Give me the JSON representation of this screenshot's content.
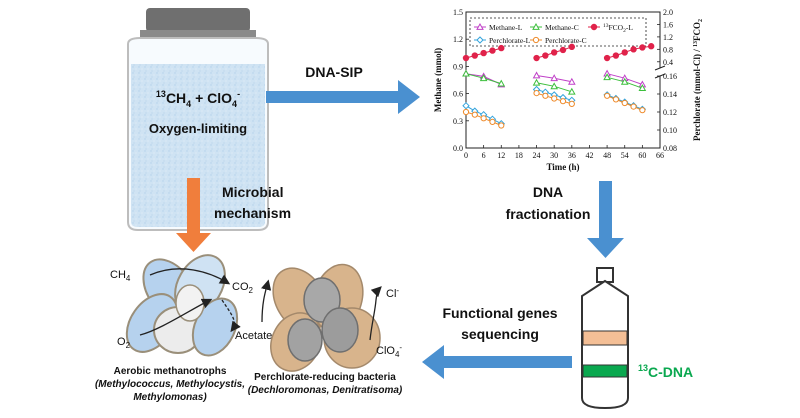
{
  "bottle": {
    "reagents_base": "CH",
    "reagents_sup_13": "13",
    "reagents_sub_4": "4",
    "reagents_plus_clo": " + ClO",
    "reagents_sub_4b": "4",
    "reagents_minus": "-",
    "condition": "Oxygen-limiting"
  },
  "arrows": {
    "dna_sip": "DNA-SIP",
    "microbial": "Microbial",
    "mechanism": "mechanism",
    "dna": "DNA",
    "fractionation": "fractionation",
    "functional_genes": "Functional genes",
    "sequencing": "sequencing"
  },
  "tube": {
    "label_sup": "13",
    "label": "C-DNA",
    "colors": {
      "band_upper": "#f4bf96",
      "band_lower": "#0aa84f",
      "label": "#0aa84f"
    }
  },
  "mechanism": {
    "ch4": "CH",
    "ch4_sub": "4",
    "co2": "CO",
    "co2_sub": "2",
    "o2": "O",
    "o2_sub": "2",
    "acetate": "Acetate",
    "cl": "Cl",
    "cl_sup": "-",
    "clo4": "ClO",
    "clo4_sub": "4",
    "clo4_sup": "-",
    "aerobic_title": "Aerobic methanotrophs",
    "aerobic_genera_1": "(Methylococcus, Methylocystis,",
    "aerobic_genera_2": "Methylomonas)",
    "perc_title": "Perchlorate-reducing bacteria",
    "perc_genera": "(Dechloromonas, Denitratisoma)"
  },
  "chart_data": {
    "type": "line",
    "xlabel": "Time (h)",
    "ylabel_left": "Methane (mmol)",
    "ylabel_right": "Perchlorate (mmol-Cl) / 13FCO2",
    "ylabel_right_parts": [
      "Perchlorate (mmol-Cl) / ",
      "13",
      "FCO",
      "2"
    ],
    "x_ticks": [
      0,
      6,
      12,
      18,
      24,
      30,
      36,
      42,
      48,
      54,
      60,
      66
    ],
    "y_left_ticks": [
      "0.0",
      "0.3",
      "0.6",
      "0.9",
      "1.2",
      "1.5"
    ],
    "y_right_upper_ticks": [
      "0.4",
      "0.8",
      "1.2",
      "1.6",
      "2.0"
    ],
    "y_right_lower_ticks": [
      "0.08",
      "0.10",
      "0.12",
      "0.14",
      "0.16"
    ],
    "xlim": [
      0,
      66
    ],
    "ylim_left": [
      0,
      1.5
    ],
    "ylim_right_upper": [
      0.2,
      2.0
    ],
    "ylim_right_lower": [
      0.08,
      0.16
    ],
    "legend_placement": "top",
    "series": [
      {
        "name": "Methane-L",
        "axis": "left",
        "color": "#c040c8",
        "marker": "triangle-open",
        "segments": [
          [
            [
              0,
              0.82
            ],
            [
              6,
              0.79
            ],
            [
              12,
              0.7
            ]
          ],
          [
            [
              24,
              0.8
            ],
            [
              30,
              0.77
            ],
            [
              36,
              0.73
            ]
          ],
          [
            [
              48,
              0.82
            ],
            [
              54,
              0.77
            ],
            [
              60,
              0.7
            ]
          ]
        ]
      },
      {
        "name": "Methane-C",
        "axis": "left",
        "color": "#3cbf3c",
        "marker": "triangle-open",
        "segments": [
          [
            [
              0,
              0.82
            ],
            [
              6,
              0.77
            ],
            [
              12,
              0.71
            ]
          ],
          [
            [
              24,
              0.72
            ],
            [
              30,
              0.68
            ],
            [
              36,
              0.62
            ]
          ],
          [
            [
              48,
              0.78
            ],
            [
              54,
              0.73
            ],
            [
              60,
              0.66
            ]
          ]
        ]
      },
      {
        "name": "Perchlorate-L",
        "axis": "right_lower",
        "color": "#33a3dc",
        "marker": "diamond-open",
        "segments": [
          [
            [
              0,
              0.127
            ],
            [
              3,
              0.121
            ],
            [
              6,
              0.117
            ],
            [
              9,
              0.112
            ],
            [
              12,
              0.107
            ]
          ],
          [
            [
              24,
              0.145
            ],
            [
              27,
              0.142
            ],
            [
              30,
              0.139
            ],
            [
              33,
              0.136
            ],
            [
              36,
              0.133
            ]
          ],
          [
            [
              48,
              0.139
            ],
            [
              51,
              0.135
            ],
            [
              54,
              0.131
            ],
            [
              57,
              0.127
            ],
            [
              60,
              0.123
            ]
          ]
        ]
      },
      {
        "name": "Perchlorate-C",
        "axis": "right_lower",
        "color": "#ee8a2a",
        "marker": "circle-open",
        "segments": [
          [
            [
              0,
              0.12
            ],
            [
              3,
              0.117
            ],
            [
              6,
              0.113
            ],
            [
              9,
              0.109
            ],
            [
              12,
              0.105
            ]
          ],
          [
            [
              24,
              0.141
            ],
            [
              27,
              0.138
            ],
            [
              30,
              0.135
            ],
            [
              33,
              0.132
            ],
            [
              36,
              0.129
            ]
          ],
          [
            [
              48,
              0.138
            ],
            [
              51,
              0.134
            ],
            [
              54,
              0.13
            ],
            [
              57,
              0.126
            ],
            [
              60,
              0.122
            ]
          ]
        ]
      },
      {
        "name": "13FCO2-L",
        "axis": "right_upper",
        "color": "#e0224a",
        "marker": "circle-filled",
        "segments": [
          [
            [
              0,
              0.52
            ],
            [
              3,
              0.6
            ],
            [
              6,
              0.68
            ],
            [
              9,
              0.76
            ],
            [
              12,
              0.84
            ]
          ],
          [
            [
              24,
              0.52
            ],
            [
              27,
              0.6
            ],
            [
              30,
              0.7
            ],
            [
              33,
              0.78
            ],
            [
              36,
              0.88
            ]
          ],
          [
            [
              48,
              0.52
            ],
            [
              51,
              0.6
            ],
            [
              54,
              0.7
            ],
            [
              57,
              0.8
            ],
            [
              60,
              0.86
            ],
            [
              63,
              0.9
            ]
          ]
        ]
      }
    ],
    "legend_entries": [
      "Methane-L",
      "Methane-C",
      "13FCO2-L",
      "Perchlorate-L",
      "Perchlorate-C"
    ]
  }
}
